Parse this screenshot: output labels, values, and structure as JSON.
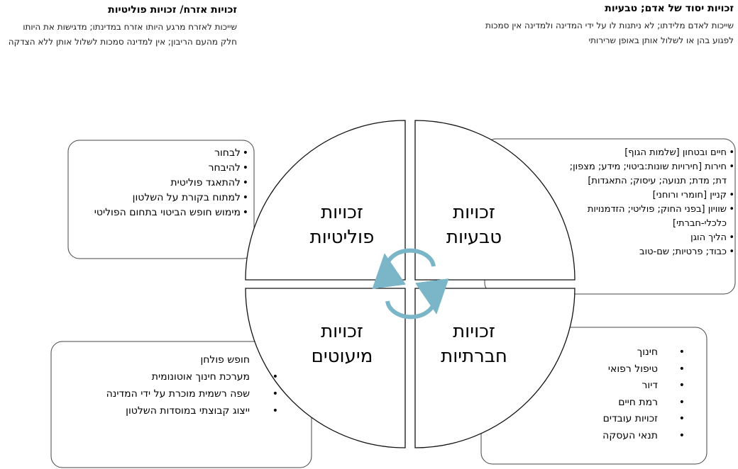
{
  "headers": {
    "civil": {
      "title": "זכויות אזרח/ זכויות פוליטיות",
      "text": "שייכות לאזרח מרגע היותו אזרח במדינתו; מדגישות את היותו חלק מהעם הריבון; אין למדינה סמכות לשלול אותן ללא הצדקה"
    },
    "basic": {
      "title": "זכויות יסוד של אדם; טבעיות",
      "text": "שייכות לאדם מלידתו; לא ניתנות לו על ידי המדינה ולמדינה אין סמכות לפגוע בהן או לשלול אותן באופן שרירותי"
    }
  },
  "quadrants": {
    "political": {
      "line1": "זכויות",
      "line2": "פוליטיות"
    },
    "natural": {
      "line1": "זכויות",
      "line2": "טבעיות"
    },
    "minority": {
      "line1": "זכויות",
      "line2": "מיעוטים"
    },
    "social": {
      "line1": "זכויות",
      "line2": "חברתיות"
    }
  },
  "boxes": {
    "political": [
      "לבחור",
      "להיבחר",
      "להתאגד פוליטית",
      "למתוח בקורת על השלטון",
      "מימוש חופש הביטוי בתחום הפוליטי"
    ],
    "natural": [
      "חיים ובטחון [שלמות הגוף]",
      "חירות [חירויות שונות:ביטוי; מידע; מצפון; דת; מדת; תנועה; עיסוק; התאגדות]",
      "קניין [חומרי ורוחני]",
      "שוויון [בפני החוק; פוליטי; הזדמנויות כלכלי-חברתי]",
      "הליך הוגן",
      "כבוד; פרטיות; שם-טוב"
    ],
    "social": [
      "חינוך",
      "טיפול רפואי",
      "דיור",
      "רמת חיים",
      "זכויות עובדים",
      "תנאי העסקה"
    ],
    "minority_first": "חופש פולחן",
    "minority": [
      "מערכת חינוך אוטונומית",
      "שפה רשמית מוכרת על ידי המדינה",
      "ייצוג קבוצתי במוסדות השלטון"
    ]
  }
}
